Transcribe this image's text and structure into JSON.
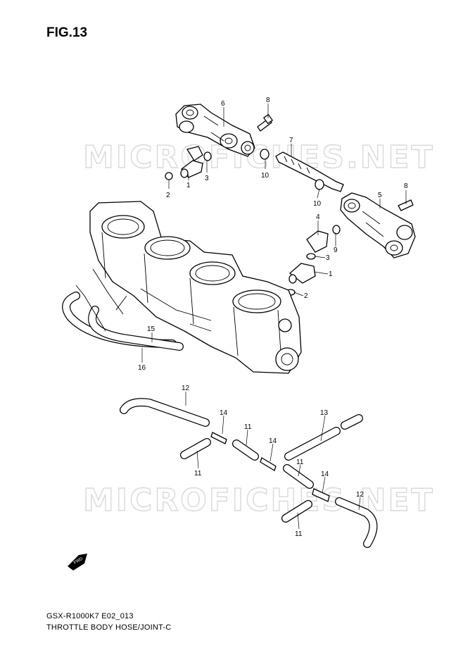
{
  "figure": {
    "label": "FIG.13",
    "model_code": "GSX-R1000K7 E02_013",
    "title": "THROTTLE BODY HOSE/JOINT-C"
  },
  "watermarks": [
    "MICROFICHES.NET",
    "MICROFICHES.NET"
  ],
  "fwd_badge": "FWD",
  "callouts": [
    "6",
    "8",
    "7",
    "10",
    "10",
    "2",
    "1",
    "3",
    "5",
    "8",
    "4",
    "9",
    "3",
    "1",
    "2",
    "15",
    "16",
    "12",
    "14",
    "11",
    "13",
    "14",
    "11",
    "11",
    "14",
    "12",
    "11"
  ]
}
